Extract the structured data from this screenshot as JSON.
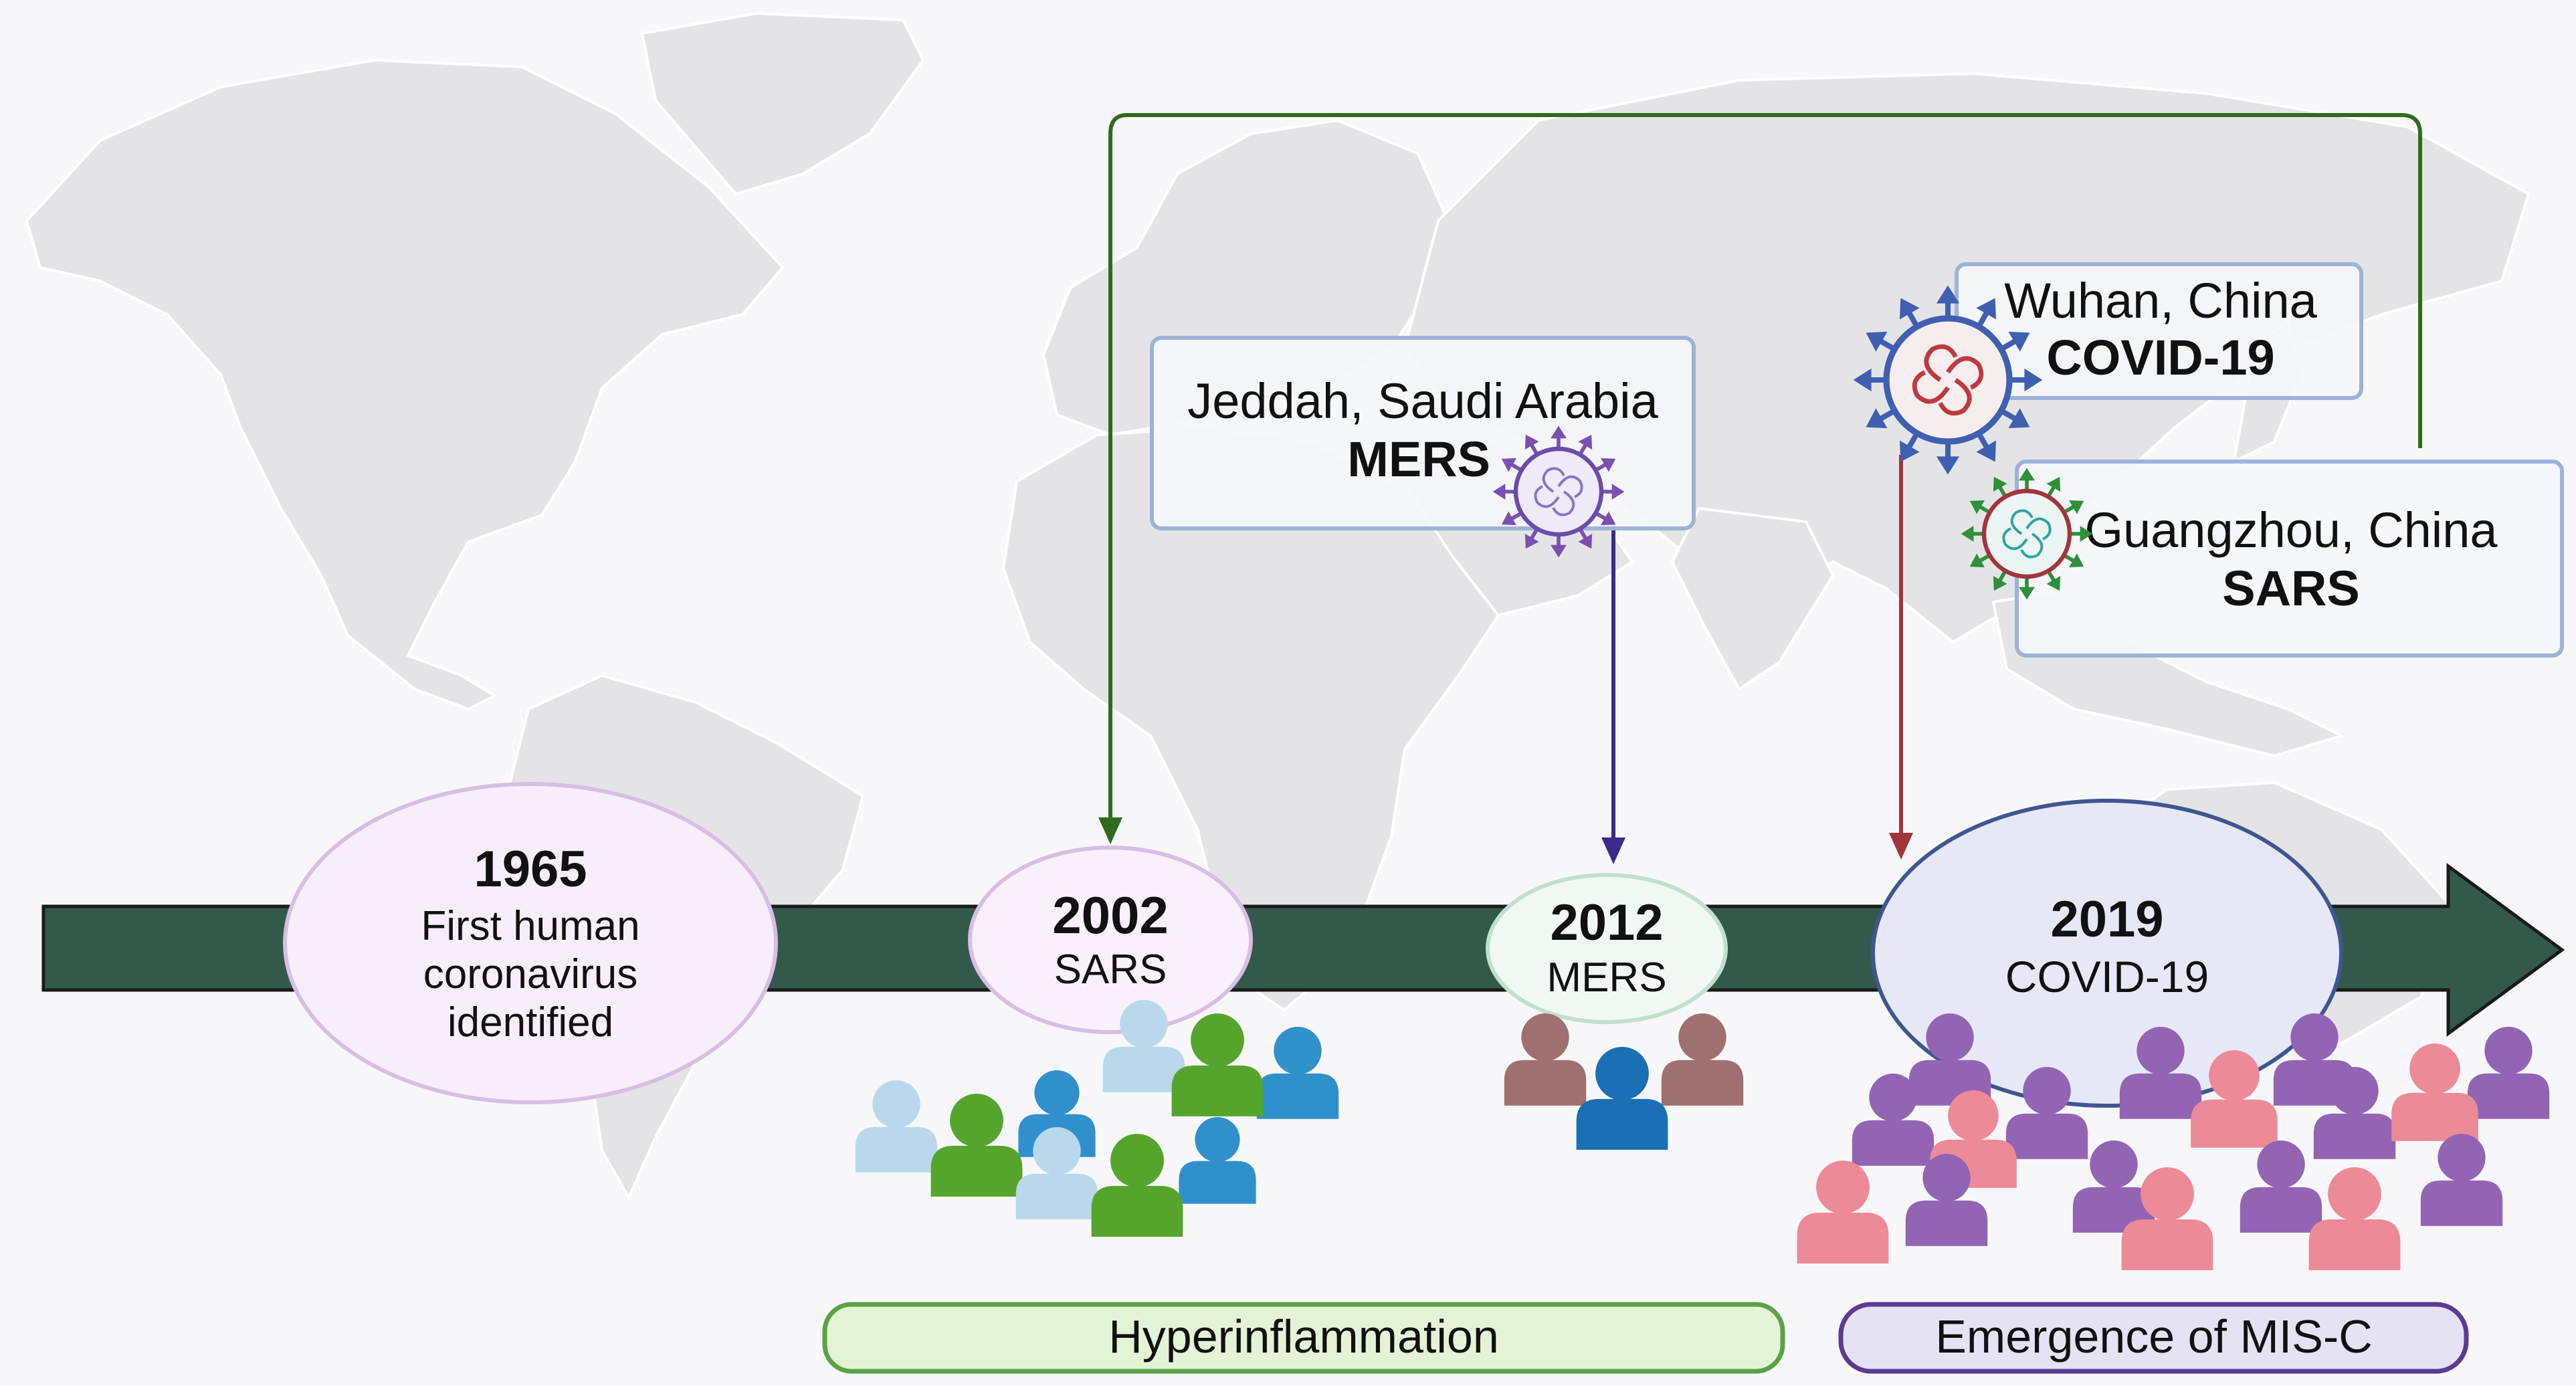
{
  "timeline": {
    "events": [
      {
        "year": "1965",
        "lines": [
          "First human",
          "coronavirus",
          "identified"
        ]
      },
      {
        "year": "2002",
        "label": "SARS"
      },
      {
        "year": "2012",
        "label": "MERS"
      },
      {
        "year": "2019",
        "label": "COVID-19"
      }
    ]
  },
  "locations": {
    "jeddah": {
      "place": "Jeddah, Saudi Arabia",
      "virus": "MERS"
    },
    "wuhan": {
      "place": "Wuhan, China",
      "virus": "COVID-19"
    },
    "guangzhou": {
      "place": "Guangzhou, China",
      "virus": "SARS"
    }
  },
  "bars": {
    "hyper": "Hyperinflammation",
    "misc": "Emergence of MIS-C"
  },
  "colors": {
    "arrow": "#33594b",
    "sars": "#2e6b1e",
    "mers": "#3c2b8c",
    "covid": "#a3343c",
    "land": "#e4e4e6",
    "hyper_fill": "#e3f4d6",
    "hyper_stroke": "#5ba247",
    "misc_fill": "#e5e2f4",
    "misc_stroke": "#5a3c92"
  },
  "icons": [
    "coronavirus-icon",
    "people-group-icon"
  ]
}
